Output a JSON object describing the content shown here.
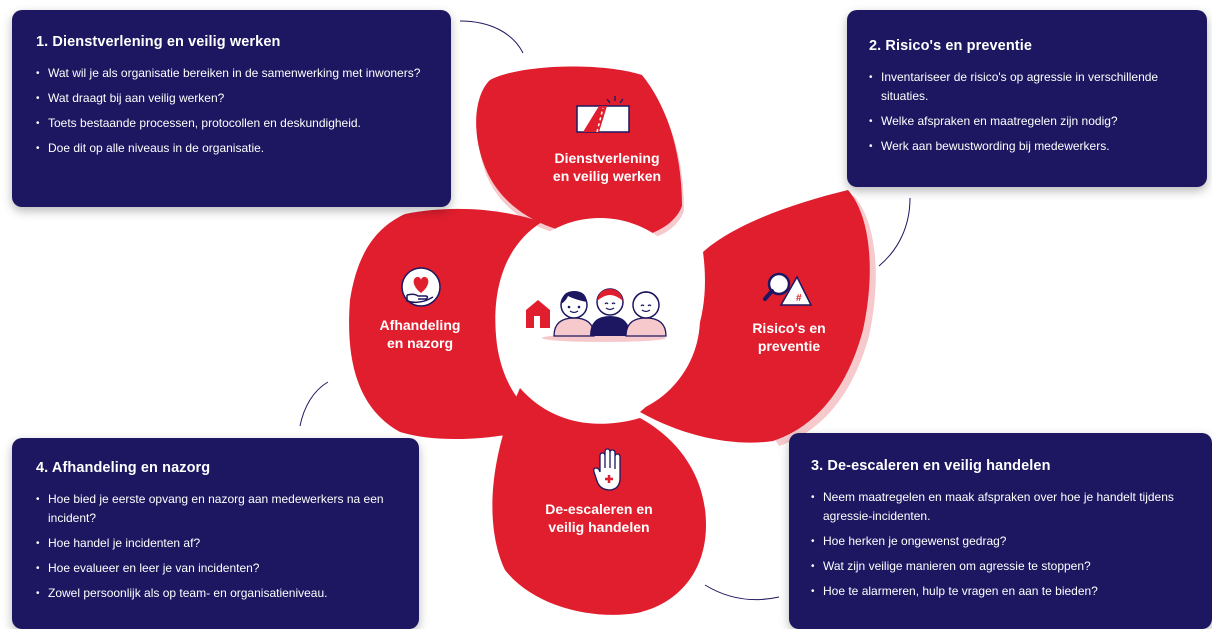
{
  "cards": [
    {
      "title": "1. Dienstverlening en veilig werken",
      "items": [
        "Wat wil je als organisatie bereiken in de samenwerking met inwoners?",
        "Wat draagt bij aan veilig werken?",
        "Toets bestaande processen, protocollen en deskundigheid.",
        "Doe dit op alle niveaus in de organisatie."
      ]
    },
    {
      "title": "2. Risico's en preventie",
      "items": [
        "Inventariseer de risico's op agressie in verschillende situaties.",
        "Welke afspraken en maatregelen zijn nodig?",
        "Werk aan bewustwording bij medewerkers."
      ]
    },
    {
      "title": "3. De-escaleren en veilig handelen",
      "items": [
        "Neem maatregelen en maak afspraken over hoe je handelt tijdens agressie-incidenten.",
        "Hoe herken je ongewenst gedrag?",
        "Wat zijn veilige manieren om agressie te stoppen?",
        "Hoe te alarmeren, hulp te vragen en aan te bieden?"
      ]
    },
    {
      "title": "4. Afhandeling en nazorg",
      "items": [
        "Hoe bied je eerste opvang en nazorg aan medewerkers na een incident?",
        "Hoe handel je incidenten af?",
        "Hoe evalueer en leer je van incidenten?",
        "Zowel persoonlijk als op team- en organisatieniveau."
      ]
    }
  ],
  "petals": {
    "top": {
      "line1": "Dienstverlening",
      "line2": "en veilig werken",
      "icon": "road-icon"
    },
    "right": {
      "line1": "Risico's en",
      "line2": "preventie",
      "icon": "magnifier-warning-icon"
    },
    "bottom": {
      "line1": "De-escaleren en",
      "line2": "veilig handelen",
      "icon": "stop-hand-icon"
    },
    "left": {
      "line1": "Afhandeling",
      "line2": "en nazorg",
      "icon": "heart-hand-icon"
    }
  },
  "center": {
    "icon": "people-group-icon"
  },
  "colors": {
    "card_bg": "#1c1760",
    "petal_red": "#e01e2e",
    "petal_shadow": "#f6c9cd",
    "text_light": "#ffffff"
  }
}
